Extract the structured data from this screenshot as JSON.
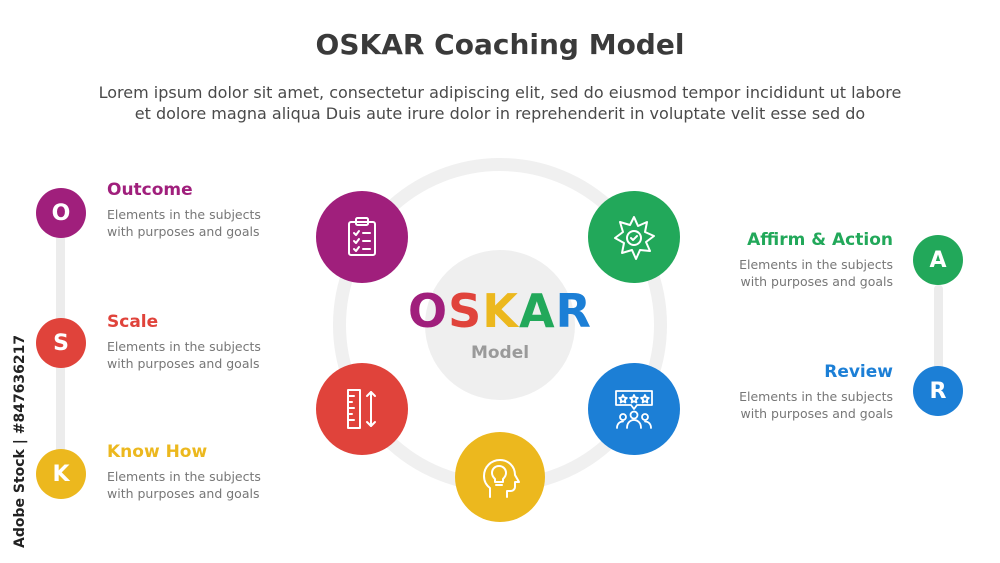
{
  "title": "OSKAR Coaching Model",
  "subtitle": {
    "line1": "Lorem ipsum dolor sit amet, consectetur adipiscing elit, sed do eiusmod tempor incididunt ut labore",
    "line2": "et dolore magna aliqua Duis aute irure dolor in reprehenderit in voluptate velit esse sed do"
  },
  "watermark": "Adobe Stock | #847636217",
  "center": {
    "letters": [
      {
        "char": "O",
        "color": "#a01f7c"
      },
      {
        "char": "S",
        "color": "#e0433b"
      },
      {
        "char": "K",
        "color": "#ecb81e"
      },
      {
        "char": "A",
        "color": "#22a85a"
      },
      {
        "char": "R",
        "color": "#1c7fd6"
      }
    ],
    "subtitle": "Model"
  },
  "left_items": [
    {
      "letter": "O",
      "heading": "Outcome",
      "desc1": "Elements in the subjects",
      "desc2": "with purposes and goals",
      "color": "#a01f7c"
    },
    {
      "letter": "S",
      "heading": "Scale",
      "desc1": "Elements in the subjects",
      "desc2": "with purposes and goals",
      "color": "#e0433b"
    },
    {
      "letter": "K",
      "heading": "Know How",
      "desc1": "Elements in the subjects",
      "desc2": "with purposes and goals",
      "color": "#ecb81e"
    }
  ],
  "right_items": [
    {
      "letter": "A",
      "heading": "Affirm & Action",
      "desc1": "Elements in the subjects",
      "desc2": "with purposes and goals",
      "color": "#22a85a"
    },
    {
      "letter": "R",
      "heading": "Review",
      "desc1": "Elements in the subjects",
      "desc2": "with purposes and goals",
      "color": "#1c7fd6"
    }
  ],
  "nodes": [
    {
      "name": "clipboard-checklist-icon",
      "color": "#a01f7c"
    },
    {
      "name": "badge-check-icon",
      "color": "#22a85a"
    },
    {
      "name": "ruler-scale-icon",
      "color": "#e0433b"
    },
    {
      "name": "rating-people-icon",
      "color": "#1c7fd6"
    },
    {
      "name": "head-lightbulb-icon",
      "color": "#ecb81e"
    }
  ]
}
